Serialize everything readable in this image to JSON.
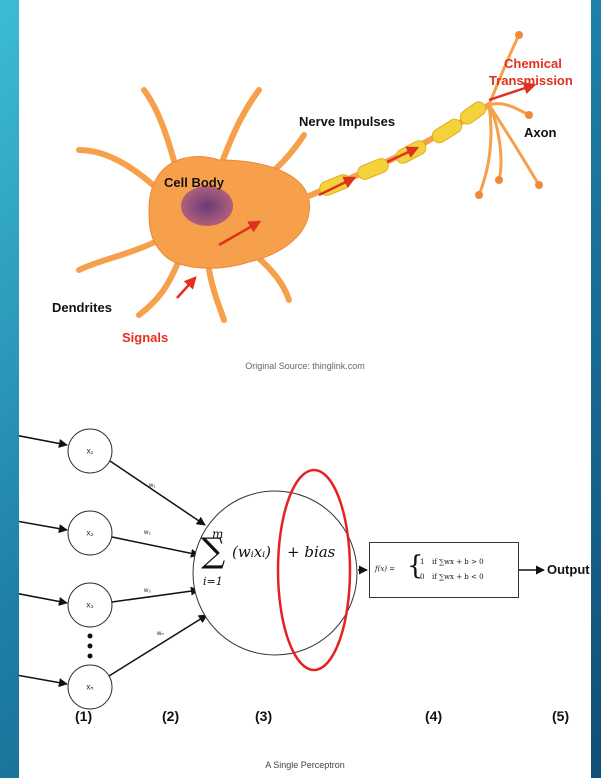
{
  "neuron": {
    "cell_body": "Cell Body",
    "nerve_impulses": "Nerve Impulses",
    "chemical": "Chemical",
    "transmission": "Transmission",
    "axon": "Axon",
    "dendrites": "Dendrites",
    "signals": "Signals",
    "source": "Original Source: thinglink.com"
  },
  "perceptron": {
    "inputs": [
      "x₁",
      "x₂",
      "x₃",
      "xₙ"
    ],
    "weights": [
      "w₁",
      "w₂",
      "w₃",
      "wₙ"
    ],
    "sum_upper": "m",
    "sum_lower": "i=1",
    "sum_term": "(wᵢxᵢ)",
    "bias_term": "+ bias",
    "activation_lhs": "f(x) =",
    "activation_case1_value": "1",
    "activation_case1_cond": "if ∑wx + b > 0",
    "activation_case2_value": "0",
    "activation_case2_cond": "if ∑wx + b < 0",
    "output": "Output",
    "stages": [
      "(1)",
      "(2)",
      "(3)",
      "(4)",
      "(5)"
    ],
    "caption": "A Single Perceptron"
  },
  "colors": {
    "neuron_orange": "#f6a04b",
    "myelin_yellow": "#f4d23c",
    "arrow_red": "#e0301e",
    "highlight_ellipse": "#e52222",
    "background_teal": "#1e7fa6"
  }
}
